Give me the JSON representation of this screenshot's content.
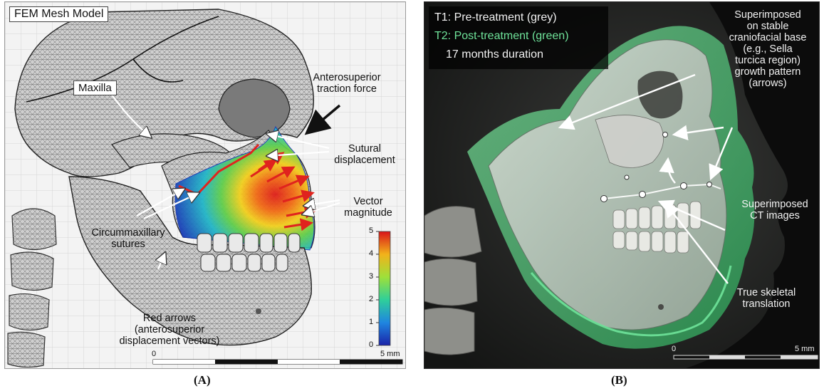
{
  "panel_a": {
    "title": "FEM Mesh Model",
    "labels": {
      "maxilla": "Maxilla",
      "traction": "Anterosuperior\ntraction force",
      "sutural": "Sutural\ndisplacement",
      "vector": "Vector\nmagnitude",
      "circum": "Circummaxillary\nsutures",
      "red_arrows": "Red arrows\n(anterosuperior\ndisplacement vectors)"
    },
    "colorbar": {
      "ticks": [
        "5",
        "4",
        "3",
        "2",
        "1",
        "0"
      ]
    },
    "scale": {
      "start": "0",
      "end": "5 mm"
    },
    "caption": "(A)"
  },
  "panel_b": {
    "legend": {
      "t1": "T1: Pre-treatment (grey)",
      "t2": "T2: Post-treatment (green)",
      "duration": "17 months duration"
    },
    "labels": {
      "superimposed_base": "Superimposed\non stable\ncraniofacial base\n(e.g., Sella\nturcica region)\ngrowth pattern\n(arrows)",
      "superimposed_ct": "Superimposed\nCT images",
      "true_skeletal": "True skeletal\ntranslation"
    },
    "scale": {
      "start": "0",
      "end": "5 mm"
    },
    "caption": "(B)"
  },
  "colors": {
    "t1_text": "#f2f2f2",
    "t2_text": "#6fe39a",
    "arrow_red": "#e0231e",
    "bone_grey": "#d9d9d6",
    "green_overlay": "#4fd37e"
  }
}
